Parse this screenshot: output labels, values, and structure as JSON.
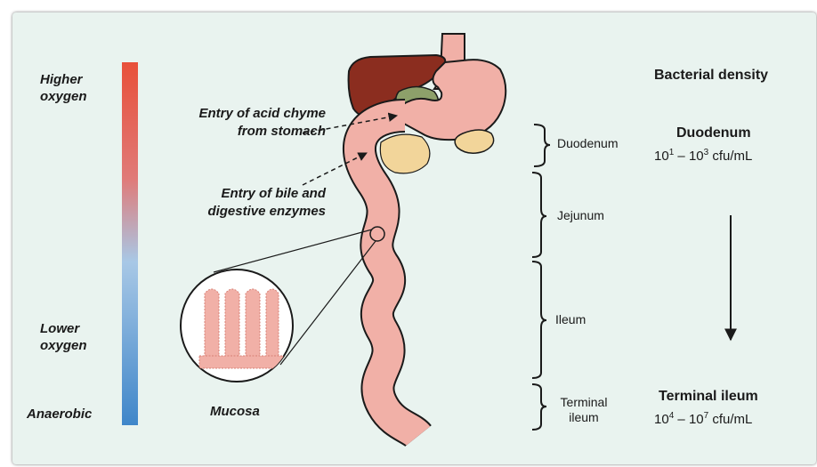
{
  "oxygen_scale": {
    "higher": [
      "Higher",
      "oxygen"
    ],
    "lower": [
      "Lower",
      "oxygen"
    ],
    "anaerobic": "Anaerobic",
    "top_color": "#e8503a",
    "mid_color": "#a8c8e6",
    "bottom_color": "#3f86c9"
  },
  "entries": {
    "acid_chyme": [
      "Entry of acid chyme",
      "from stomach"
    ],
    "bile": [
      "Entry of bile and",
      "digestive enzymes"
    ]
  },
  "mucosa_label": "Mucosa",
  "segments": {
    "duodenum": "Duodenum",
    "jejunum": "Jejunum",
    "ileum": "Ileum",
    "terminal": [
      "Terminal",
      "ileum"
    ]
  },
  "density": {
    "title": "Bacterial density",
    "duodenum": {
      "label": "Duodenum",
      "base1": "10",
      "exp1": "1",
      "sep": " – ",
      "base2": "10",
      "exp2": "3",
      "unit": " cfu/mL"
    },
    "terminal": {
      "label": "Terminal ileum",
      "base1": "10",
      "exp1": "4",
      "sep": " – ",
      "base2": "10",
      "exp2": "7",
      "unit": " cfu/mL"
    }
  },
  "colors": {
    "intestine": "#f1b0a7",
    "liver": "#8b2d1f",
    "gallbladder": "#8da06a",
    "pancreas": "#f2d59a",
    "background": "#e9f3ef"
  }
}
